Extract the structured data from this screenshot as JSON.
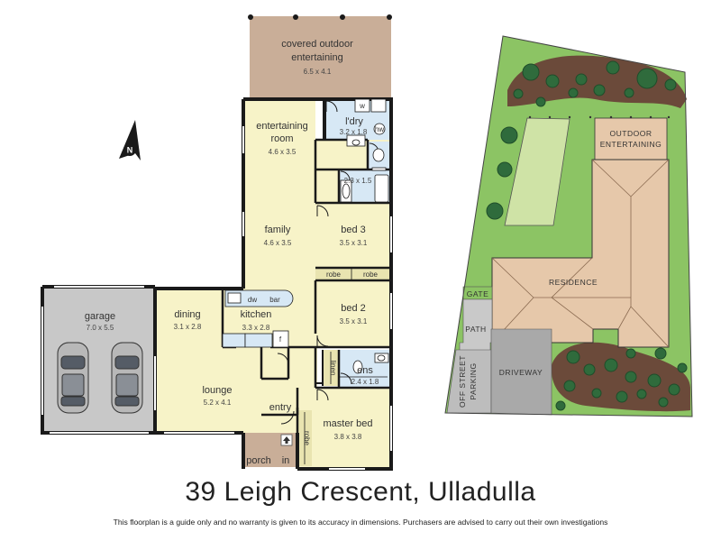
{
  "title": "39 Leigh Crescent, Ulladulla",
  "disclaimer": "This floorplan is a guide only and no warranty is given to its accuracy in dimensions. Purchasers are advised to carry out their own investigations",
  "compass": "N",
  "colors": {
    "living": "#f7f3c8",
    "wet": "#d7e8f5",
    "outdoor": "#c9ae98",
    "garage": "#c8c8c8",
    "wall": "#1a1a1a",
    "lawn": "#8cc464",
    "roof": "#e6c8aa",
    "paving": "#bdbdbd",
    "garden": "#6b4a3a"
  },
  "rooms": {
    "covered_outdoor": {
      "name": "covered outdoor entertaining",
      "line1": "covered outdoor",
      "line2": "entertaining",
      "dims": "6.5 x 4.1"
    },
    "laundry": {
      "name": "l'dry",
      "dims": "3.2 x 1.8"
    },
    "entertaining_room": {
      "line1": "entertaining",
      "line2": "room",
      "dims": "4.6 x 3.5"
    },
    "bath": {
      "dims": "2.3 x 1.5"
    },
    "family": {
      "name": "family",
      "dims": "4.6 x 3.5"
    },
    "bed3": {
      "name": "bed 3",
      "dims": "3.5 x 3.1"
    },
    "robe_a": "robe",
    "robe_b": "robe",
    "garage": {
      "name": "garage",
      "dims": "7.0 x 5.5"
    },
    "dining": {
      "name": "dining",
      "dims": "3.1 x 2.8"
    },
    "kitchen": {
      "name": "kitchen",
      "dims": "3.3 x 2.8"
    },
    "bed2": {
      "name": "bed 2",
      "dims": "3.5 x 3.1"
    },
    "lounge": {
      "name": "lounge",
      "dims": "5.2 x 4.1"
    },
    "ensuite": {
      "name": "ens",
      "dims": "2.4 x 1.8"
    },
    "linen": "linen",
    "entry": "entry",
    "master": {
      "name": "master bed",
      "dims": "3.8 x 3.8"
    },
    "robe_master": "robe",
    "porch": "porch",
    "in": "in"
  },
  "fixtures": {
    "washer": "w",
    "water_heater": "hw",
    "dishwasher": "dw",
    "bar": "bar",
    "fridge": "f"
  },
  "site": {
    "outdoor_line1": "OUTDOOR",
    "outdoor_line2": "ENTERTAINING",
    "residence": "RESIDENCE",
    "gate": "GATE",
    "path": "PATH",
    "driveway": "DRIVEWAY",
    "parking_line1": "OFF STREET",
    "parking_line2": "PARKING"
  }
}
